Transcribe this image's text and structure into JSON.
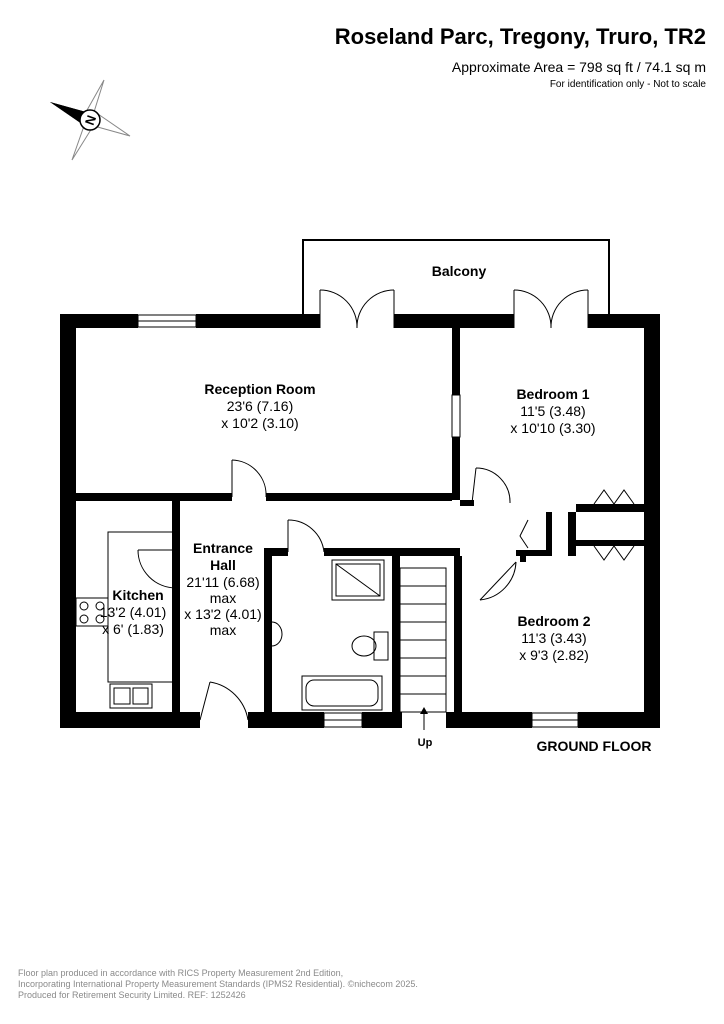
{
  "header": {
    "title": "Roseland Parc, Tregony, Truro, TR2",
    "area": "Approximate Area = 798 sq ft / 74.1 sq m",
    "note": "For identification only - Not to scale"
  },
  "compass": {
    "letter": "N"
  },
  "rooms": {
    "balcony": {
      "name": "Balcony"
    },
    "reception": {
      "name": "Reception Room",
      "dim1": "23'6 (7.16)",
      "dim2": "x 10'2 (3.10)"
    },
    "bedroom1": {
      "name": "Bedroom 1",
      "dim1": "11'5 (3.48)",
      "dim2": "x 10'10 (3.30)"
    },
    "hall": {
      "name1": "Entrance",
      "name2": "Hall",
      "dim1": "21'11 (6.68)",
      "dim2": "max",
      "dim3": "x 13'2 (4.01)",
      "dim4": "max"
    },
    "kitchen": {
      "name": "Kitchen",
      "dim1": "13'2 (4.01)",
      "dim2": "x 6' (1.83)"
    },
    "bedroom2": {
      "name": "Bedroom 2",
      "dim1": "11'3 (3.43)",
      "dim2": "x 9'3 (2.82)"
    }
  },
  "stairs_label": "Up",
  "floor_label": "GROUND FLOOR",
  "footer": {
    "line1": "Floor plan produced in accordance with RICS Property Measurement 2nd Edition,",
    "line2": "Incorporating International Property Measurement Standards (IPMS2 Residential).  ©nichecom 2025.",
    "line3": "Produced for Retirement Security Limited.   REF: 1252426"
  }
}
